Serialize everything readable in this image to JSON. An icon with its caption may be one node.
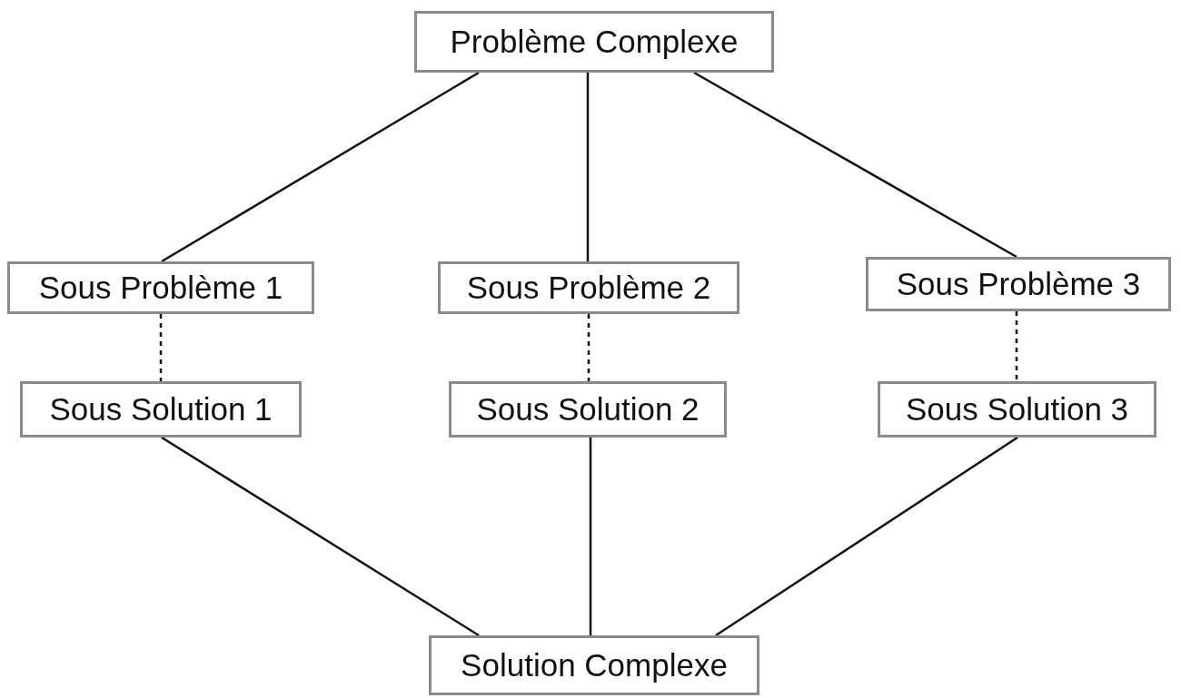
{
  "diagram": {
    "nodes": [
      {
        "text": [
          "Problème Complexe"
        ]
      },
      {
        "text": [
          "Sous Problème 1"
        ]
      },
      {
        "text": [
          "Sous Problème 2"
        ]
      },
      {
        "text": [
          "Sous Problème 3"
        ]
      },
      {
        "text": [
          "Sous Solution 1"
        ]
      },
      {
        "text": [
          "Sous Solution 2"
        ]
      },
      {
        "text": [
          "Sous Solution 3"
        ]
      },
      {
        "text": [
          "Solution Complexe"
        ]
      }
    ],
    "edges": [
      {
        "from": 0,
        "to": 1,
        "arrow": "none"
      },
      {
        "from": 0,
        "to": 2,
        "arrow": "none"
      },
      {
        "from": 0,
        "to": 3,
        "arrow": "none"
      },
      {
        "from": 1,
        "to": 4,
        "arrow": "none",
        "style": "dashed"
      },
      {
        "from": 2,
        "to": 5,
        "arrow": "none",
        "style": "dashed"
      },
      {
        "from": 3,
        "to": 6,
        "arrow": "none",
        "style": "dashed"
      },
      {
        "from": 4,
        "to": 7,
        "arrow": "none"
      },
      {
        "from": 5,
        "to": 7,
        "arrow": "none"
      },
      {
        "from": 6,
        "to": 7,
        "arrow": "none"
      }
    ]
  }
}
